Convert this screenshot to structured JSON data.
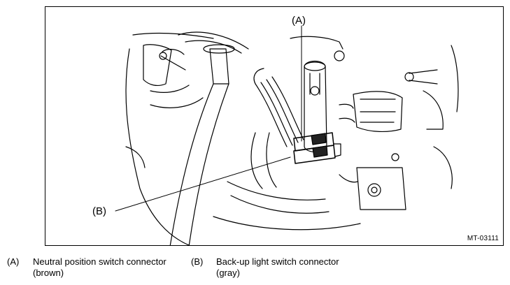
{
  "figure": {
    "id": "MT-03111",
    "callouts": {
      "a": "(A)",
      "b": "(B)"
    }
  },
  "legend": [
    {
      "key": "(A)",
      "line1": "Neutral position switch connector",
      "line2": "(brown)"
    },
    {
      "key": "(B)",
      "line1": "Back-up light switch connector",
      "line2": "(gray)"
    }
  ]
}
